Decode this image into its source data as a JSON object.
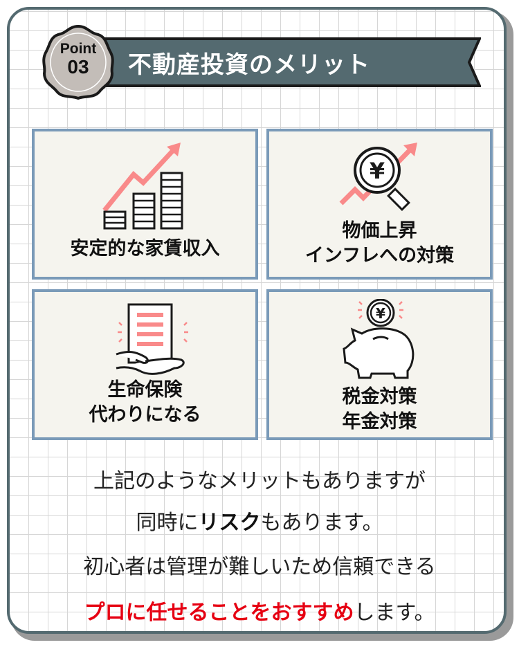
{
  "header": {
    "badge_word": "Point",
    "badge_number": "03",
    "title": "不動産投資のメリット"
  },
  "cards": [
    {
      "icon": "rising-coin-stacks-icon",
      "lines": [
        "安定的な家賃収入"
      ]
    },
    {
      "icon": "yen-magnifier-rising-icon",
      "lines": [
        "物価上昇",
        "インフレへの対策"
      ]
    },
    {
      "icon": "document-on-hand-icon",
      "lines": [
        "生命保険",
        "代わりになる"
      ]
    },
    {
      "icon": "piggy-bank-yen-icon",
      "lines": [
        "税金対策",
        "年金対策"
      ]
    }
  ],
  "message": {
    "line1": "上記のようなメリットもありますが",
    "line2_pre": "同時に",
    "line2_bold": "リスク",
    "line2_post": "もあります。",
    "line3": "初心者は管理が難しいため信頼できる",
    "line4_red": "プロに任せることをおすすめ",
    "line4_post": "します。"
  },
  "colors": {
    "frame": "#546a70",
    "card_border": "#7a9ab8",
    "accent_pink": "#f98a8a",
    "emphasis_red": "#e60012"
  }
}
